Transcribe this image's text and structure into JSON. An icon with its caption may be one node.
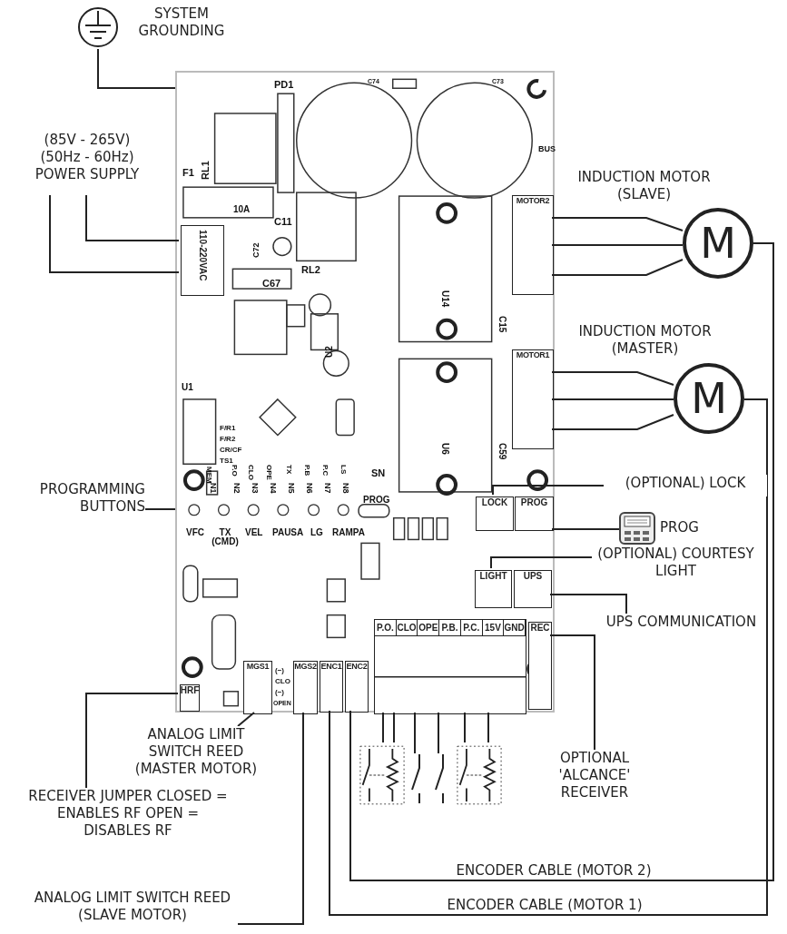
{
  "diagram": {
    "nodes": [
      {
        "text": [],
        "shape": "picture",
        "beside": [
          "SYSTEM GROUNDING"
        ]
      },
      {
        "text": [
          "(85V - 265V) (50Hz - 60Hz) POWER SUPPLY"
        ]
      },
      {
        "text": [],
        "shape": "box"
      },
      {
        "text": [
          "110-220VAC"
        ],
        "in": 2
      },
      {
        "text": [
          "MOTOR2"
        ],
        "in": 2
      },
      {
        "text": [
          "MOTOR1"
        ],
        "in": 2
      },
      {
        "text": [
          "M"
        ],
        "beside": [
          "INDUCTION MOTOR (SLAVE)"
        ]
      },
      {
        "text": [
          "M"
        ],
        "beside": [
          "INDUCTION MOTOR (MASTER)"
        ]
      },
      {
        "text": [
          "LOCK"
        ],
        "in": 2
      },
      {
        "text": [
          "PROG"
        ],
        "in": 2
      },
      {
        "text": [
          "LIGHT"
        ],
        "in": 2
      },
      {
        "text": [
          "UPS"
        ],
        "in": 2
      },
      {
        "text": [
          "REC"
        ],
        "in": 2
      },
      {
        "text": [
          "P.O.",
          "CLO",
          "OPE",
          "P.B.",
          "P.C.",
          "15V",
          "GND"
        ],
        "in": 2
      },
      {
        "text": [
          "MGS1"
        ],
        "in": 2
      },
      {
        "text": [
          "MGS2"
        ],
        "in": 2
      },
      {
        "text": [
          "ENC1"
        ],
        "in": 2
      },
      {
        "text": [
          "ENC2"
        ],
        "in": 2
      },
      {
        "text": [
          "HRF"
        ],
        "in": 2
      },
      {
        "text": [
          "(OPTIONAL) LOCK"
        ]
      },
      {
        "text": [],
        "shape": "picture",
        "beside": [
          "PROG"
        ]
      },
      {
        "text": [
          "(OPTIONAL) COURTESY LIGHT"
        ]
      },
      {
        "text": [
          "UPS COMMUNICATION"
        ]
      },
      {
        "text": [
          "OPTIONAL 'ALCANCE' RECEIVER"
        ]
      },
      {
        "text": [
          "PROGRAMMING BUTTONS"
        ]
      },
      {
        "text": [
          "ANALOG LIMIT SWITCH REED (MASTER MOTOR)"
        ]
      },
      {
        "text": [
          "RECEIVER JUMPER CLOSED = ENABLES RF OPEN = DISABLES RF"
        ]
      },
      {
        "text": [
          "ANALOG LIMIT SWITCH REED (SLAVE MOTOR)"
        ]
      },
      {
        "text": [],
        "shape": "picture"
      },
      {
        "text": [],
        "shape": "picture"
      },
      {
        "text": [],
        "shape": "picture"
      },
      {
        "text": [],
        "shape": "picture"
      }
    ],
    "edges": [
      {
        "from": 0,
        "to": 2,
        "arrow": "none"
      },
      {
        "from": 1,
        "to": 3,
        "arrow": "none"
      },
      {
        "from": 1,
        "to": 3,
        "arrow": "none"
      },
      {
        "from": 4,
        "to": 6,
        "arrow": "none"
      },
      {
        "from": 4,
        "to": 6,
        "arrow": "none"
      },
      {
        "from": 4,
        "to": 6,
        "arrow": "none"
      },
      {
        "from": 5,
        "to": 7,
        "arrow": "none"
      },
      {
        "from": 5,
        "to": 7,
        "arrow": "none"
      },
      {
        "from": 5,
        "to": 7,
        "arrow": "none"
      },
      {
        "from": 19,
        "to": 8,
        "arrow": "none"
      },
      {
        "from": 20,
        "to": 9,
        "arrow": "none"
      },
      {
        "from": 21,
        "to": 10,
        "arrow": "none"
      },
      {
        "from": 22,
        "to": 11,
        "arrow": "none"
      },
      {
        "from": 23,
        "to": 12,
        "arrow": "none"
      },
      {
        "from": 24,
        "to": 2,
        "arrow": "none"
      },
      {
        "from": 25,
        "to": 14,
        "arrow": "none"
      },
      {
        "from": 26,
        "to": 18,
        "arrow": "none"
      },
      {
        "from": 27,
        "to": 15,
        "arrow": "none"
      },
      {
        "from": 17,
        "to": 6,
        "arrow": "none",
        "label": "ENCODER CABLE (MOTOR 2)"
      },
      {
        "from": 16,
        "to": 7,
        "arrow": "none",
        "label": "ENCODER CABLE (MOTOR 1)"
      },
      {
        "from": 13,
        "to": 28,
        "arrow": "none"
      },
      {
        "from": 13,
        "to": 28,
        "arrow": "none"
      },
      {
        "from": 13,
        "to": 29,
        "arrow": "none"
      },
      {
        "from": 13,
        "to": 30,
        "arrow": "none"
      },
      {
        "from": 13,
        "to": 31,
        "arrow": "none"
      },
      {
        "from": 13,
        "to": 31,
        "arrow": "none"
      }
    ],
    "labels": [
      "PD1",
      "C74",
      "C73",
      "BUS",
      "RL1",
      "F1",
      "10A",
      "RL2",
      "C11",
      "C72",
      "C67",
      "U14",
      "C15",
      "U6",
      "C59",
      "U2",
      "U1",
      "F/R1",
      "F/R2",
      "CR/CF",
      "TS1",
      "MEM",
      "N1",
      "P.O",
      "N2",
      "CLO",
      "N3",
      "OPE",
      "N4",
      "TX",
      "N5",
      "P.B",
      "N6",
      "P.C",
      "N7",
      "LS",
      "N8",
      "SN",
      "PROG",
      "VFC",
      "TX (CMD)",
      "VEL",
      "PAUSA",
      "LG",
      "RAMPA",
      "(−)",
      "CLO",
      "(−)",
      "OPEN"
    ]
  }
}
